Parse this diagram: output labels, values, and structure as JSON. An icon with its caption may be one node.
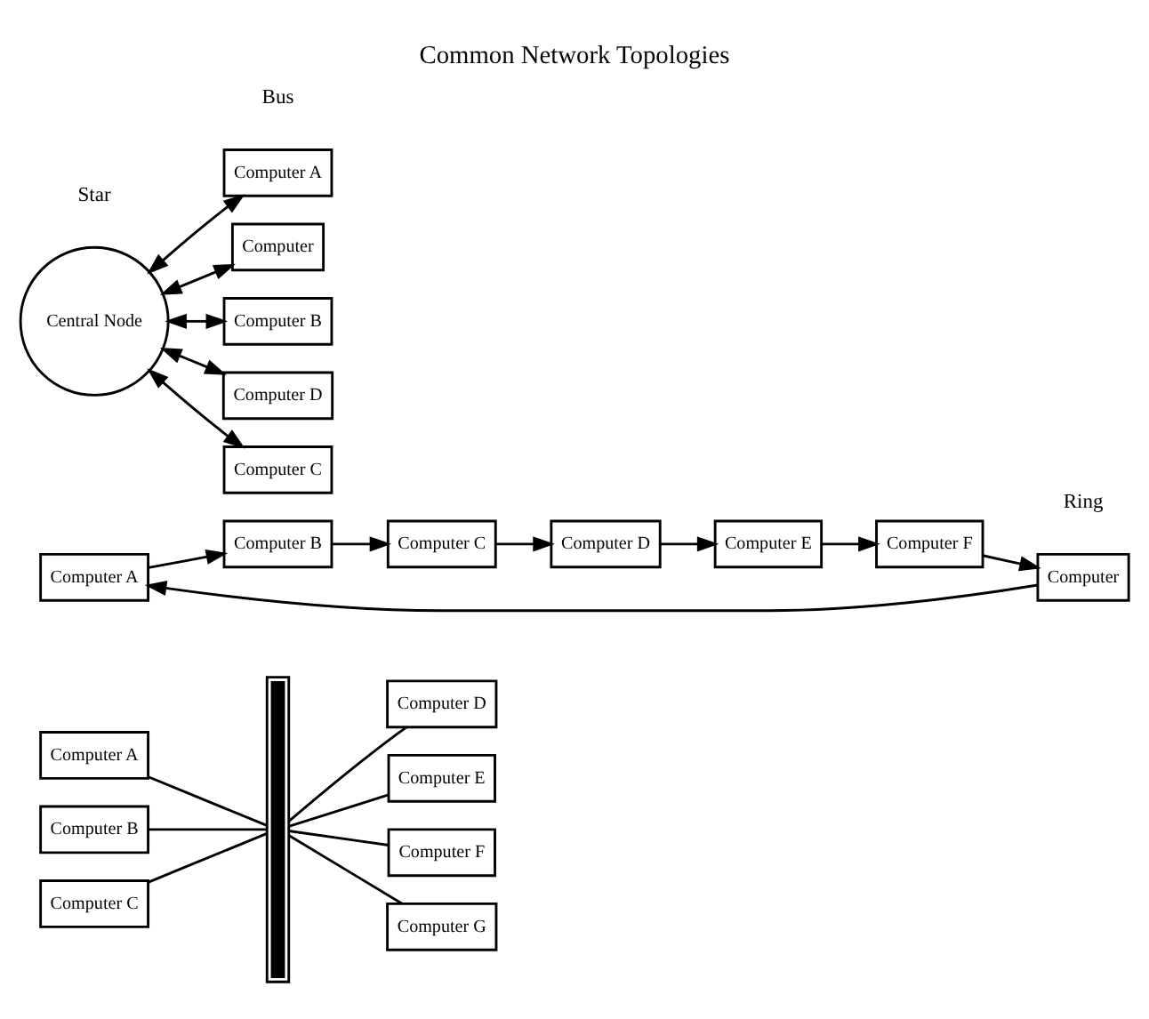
{
  "diagram": {
    "title": "Common Network Topologies",
    "nodes": [
      {
        "text": [
          "Computer A"
        ]
      },
      {
        "text": [
          "Computer B"
        ]
      },
      {
        "text": [
          "Computer C"
        ]
      },
      {
        "text": [],
        "shape": "bar"
      },
      {
        "text": [
          "Computer D"
        ]
      },
      {
        "text": [
          "Computer E"
        ]
      },
      {
        "text": [
          "Computer F"
        ]
      },
      {
        "text": [
          "Computer G"
        ]
      },
      {
        "text": [
          "Computer A"
        ]
      },
      {
        "text": [
          "Computer B"
        ]
      },
      {
        "text": [
          "Computer C"
        ]
      },
      {
        "text": [
          "Computer D"
        ]
      },
      {
        "text": [
          "Computer E"
        ]
      },
      {
        "text": [
          "Computer F"
        ]
      },
      {
        "text": [
          "Computer"
        ]
      },
      {
        "text": [
          "Computer A"
        ]
      },
      {
        "text": [
          "Computer"
        ]
      },
      {
        "text": [
          "Computer B"
        ]
      },
      {
        "text": [
          "Central Node"
        ]
      },
      {
        "text": [
          "Computer D"
        ]
      },
      {
        "text": [
          "Computer C"
        ]
      }
    ],
    "edges": [
      {
        "from": 0,
        "to": 3,
        "arrow": "none"
      },
      {
        "from": 1,
        "to": 3,
        "arrow": "none"
      },
      {
        "from": 2,
        "to": 3,
        "arrow": "none"
      },
      {
        "from": 3,
        "to": 4,
        "arrow": "none"
      },
      {
        "from": 3,
        "to": 5,
        "arrow": "none"
      },
      {
        "from": 3,
        "to": 6,
        "arrow": "none"
      },
      {
        "from": 3,
        "to": 7,
        "arrow": "none"
      },
      {
        "from": 8,
        "to": 9,
        "arrow": "to"
      },
      {
        "from": 9,
        "to": 10,
        "arrow": "to"
      },
      {
        "from": 10,
        "to": 11,
        "arrow": "to"
      },
      {
        "from": 11,
        "to": 12,
        "arrow": "to"
      },
      {
        "from": 12,
        "to": 13,
        "arrow": "to"
      },
      {
        "from": 13,
        "to": 14,
        "arrow": "to"
      },
      {
        "from": 14,
        "to": 8,
        "arrow": "to"
      },
      {
        "from": 18,
        "to": 15,
        "arrow": "both"
      },
      {
        "from": 18,
        "to": 16,
        "arrow": "both"
      },
      {
        "from": 18,
        "to": 17,
        "arrow": "both"
      },
      {
        "from": 18,
        "to": 19,
        "arrow": "both"
      },
      {
        "from": 18,
        "to": 20,
        "arrow": "both"
      }
    ],
    "labels": [
      "Bus",
      "Ring",
      "Star"
    ]
  }
}
